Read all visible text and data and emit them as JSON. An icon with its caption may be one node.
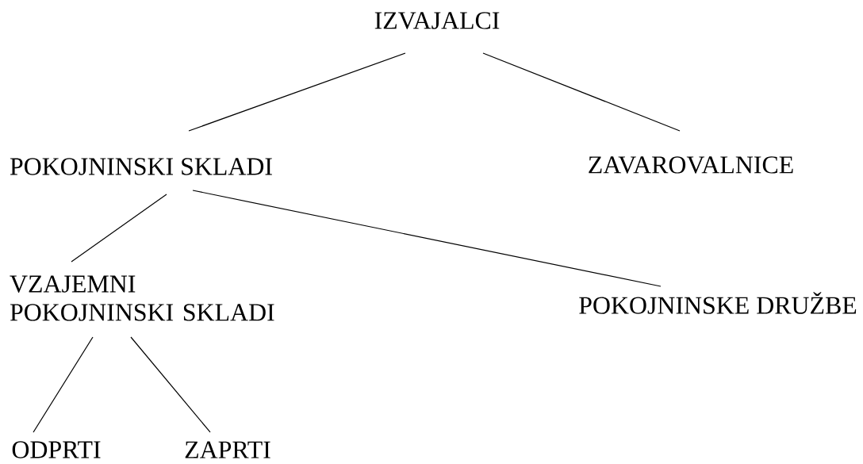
{
  "diagram": {
    "nodes": [
      {
        "text": [
          "IZVAJALCI"
        ]
      },
      {
        "text": [
          "POKOJNINSKI SKLADI"
        ]
      },
      {
        "text": [
          "ZAVAROVALNICE"
        ]
      },
      {
        "text": [
          "VZAJEMNI POKOJNINSKI SKLADI"
        ]
      },
      {
        "text": [
          "POKOJNINSKE DRUŽBE"
        ]
      },
      {
        "text": [
          "ODPRTI"
        ]
      },
      {
        "text": [
          "ZAPRTI"
        ]
      }
    ],
    "edges": [
      {
        "from": 0,
        "to": 1,
        "arrow": "none"
      },
      {
        "from": 0,
        "to": 2,
        "arrow": "none"
      },
      {
        "from": 1,
        "to": 3,
        "arrow": "none"
      },
      {
        "from": 1,
        "to": 4,
        "arrow": "none"
      },
      {
        "from": 3,
        "to": 5,
        "arrow": "none"
      },
      {
        "from": 3,
        "to": 6,
        "arrow": "none"
      }
    ]
  }
}
